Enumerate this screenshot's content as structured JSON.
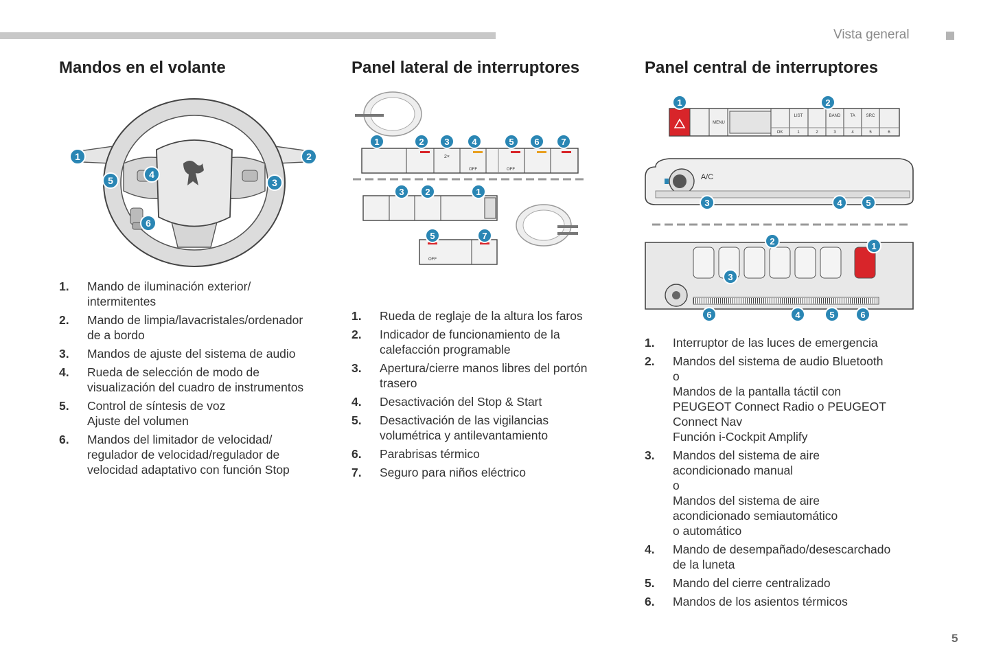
{
  "header": {
    "section": "Vista general"
  },
  "page": {
    "number": "5"
  },
  "columns": [
    {
      "title": "Mandos en el volante",
      "items": [
        {
          "num": "1.",
          "lines": [
            "Mando de iluminación exterior/",
            "intermitentes"
          ]
        },
        {
          "num": "2.",
          "lines": [
            "Mando de limpia/lavacristales/ordenador",
            "de a bordo"
          ]
        },
        {
          "num": "3.",
          "lines": [
            "Mandos de ajuste del sistema de audio"
          ]
        },
        {
          "num": "4.",
          "lines": [
            "Rueda de selección de modo de",
            "visualización del cuadro de instrumentos"
          ]
        },
        {
          "num": "5.",
          "lines": [
            "Control de síntesis de voz",
            "Ajuste del volumen"
          ]
        },
        {
          "num": "6.",
          "lines": [
            "Mandos del limitador de velocidad/",
            "regulador de velocidad/regulador de",
            "velocidad adaptativo con función Stop"
          ]
        }
      ]
    },
    {
      "title": "Panel lateral de interruptores",
      "items": [
        {
          "num": "1.",
          "lines": [
            "Rueda de reglaje de la altura los faros"
          ]
        },
        {
          "num": "2.",
          "lines": [
            "Indicador de funcionamiento de la",
            "calefacción programable"
          ]
        },
        {
          "num": "3.",
          "lines": [
            "Apertura/cierre manos libres del portón",
            "trasero"
          ]
        },
        {
          "num": "4.",
          "lines": [
            "Desactivación del Stop & Start"
          ]
        },
        {
          "num": "5.",
          "lines": [
            "Desactivación de las vigilancias",
            "volumétrica y antilevantamiento"
          ]
        },
        {
          "num": "6.",
          "lines": [
            "Parabrisas térmico"
          ]
        },
        {
          "num": "7.",
          "lines": [
            "Seguro para niños eléctrico"
          ]
        }
      ]
    },
    {
      "title": "Panel central de interruptores",
      "items": [
        {
          "num": "1.",
          "lines": [
            "Interruptor de las luces de emergencia"
          ]
        },
        {
          "num": "2.",
          "lines": [
            "Mandos del sistema de audio Bluetooth",
            "o",
            "Mandos de la pantalla táctil con",
            "PEUGEOT Connect Radio o PEUGEOT",
            "Connect Nav",
            "Función i-Cockpit Amplify"
          ]
        },
        {
          "num": "3.",
          "lines": [
            "Mandos del sistema de aire",
            "acondicionado manual",
            "o",
            "Mandos del sistema de aire",
            "acondicionado semiautomático",
            "o automático"
          ]
        },
        {
          "num": "4.",
          "lines": [
            "Mando de desempañado/desescarchado",
            "de la luneta"
          ]
        },
        {
          "num": "5.",
          "lines": [
            "Mando del cierre centralizado"
          ]
        },
        {
          "num": "6.",
          "lines": [
            "Mandos de los asientos térmicos"
          ]
        }
      ]
    }
  ],
  "figures": {
    "wheel_badges": [
      "1",
      "2",
      "3",
      "4",
      "5",
      "6"
    ],
    "side_panel_badges_top": [
      "1",
      "2",
      "3",
      "4",
      "5",
      "6",
      "7"
    ],
    "side_panel_badges_bottom": [
      "3",
      "2",
      "1",
      "5",
      "7"
    ],
    "side_panel_labels": {
      "off": "OFF",
      "two_x": "2×"
    },
    "center_top_badges": [
      "1",
      "2"
    ],
    "center_top_buttons": {
      "menu": "MENU",
      "list": "LIST",
      "band": "BAND",
      "ta": "TA",
      "src": "SRC",
      "ok": "OK"
    },
    "center_top_presets": [
      "1",
      "2",
      "3",
      "4",
      "5",
      "6"
    ],
    "center_mid_badges": [
      "3",
      "4",
      "5"
    ],
    "center_mid_labels": {
      "ac": "A/C"
    },
    "center_bottom_badges": [
      "2",
      "1",
      "3",
      "6",
      "4",
      "5",
      "6"
    ]
  },
  "colors": {
    "badge": "#2a86b4",
    "hazard": "#d8252a",
    "indicator_red": "#d8252a",
    "indicator_orange": "#e8a020"
  }
}
